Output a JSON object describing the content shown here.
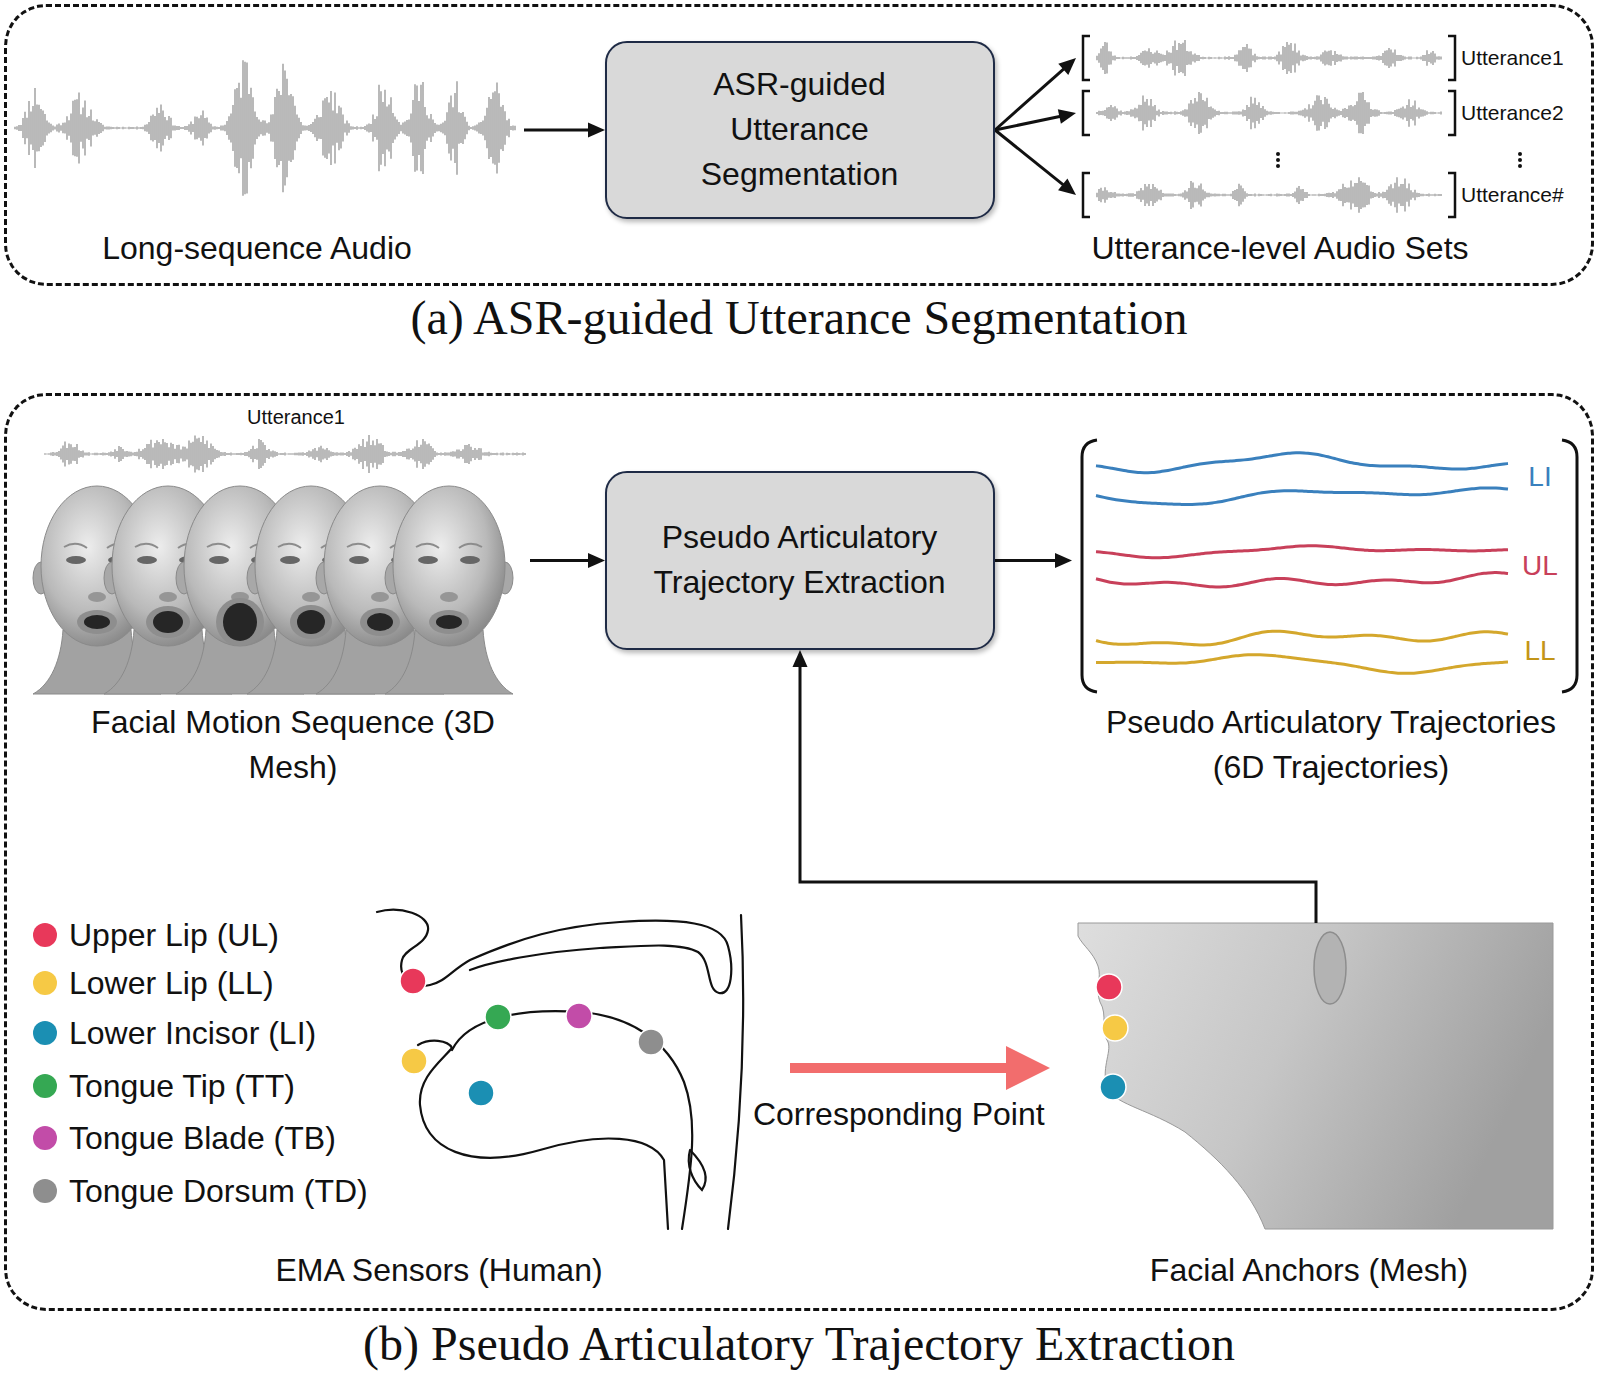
{
  "diagram": {
    "nodes": [
      {
        "text": [
          "(a) ASR-guided Utterance Segmentation"
        ]
      },
      {
        "text": [
          "Long-sequence Audio"
        ],
        "in": 0
      },
      {
        "text": [
          "ASR-guided Utterance Segmentation"
        ],
        "in": 0
      },
      {
        "text": [
          "Utterance-level Audio Sets"
        ],
        "in": 0
      },
      {
        "text": [
          "Utterance1"
        ],
        "in": 3
      },
      {
        "text": [
          "Utterance2"
        ],
        "in": 3
      },
      {
        "text": [
          "Utterance#"
        ],
        "in": 3
      },
      {
        "text": [
          "(b) Pseudo Articulatory Trajectory Extraction"
        ]
      },
      {
        "text": [
          "Utterance1",
          "Facial Motion Sequence (3D Mesh)"
        ],
        "in": 7
      },
      {
        "text": [
          "Pseudo Articulatory Trajectory Extraction"
        ],
        "in": 7
      },
      {
        "text": [
          "Pseudo Articulatory Trajectories (6D Trajectories)"
        ],
        "in": 7
      },
      {
        "text": [
          "EMA Sensors (Human)"
        ],
        "in": 7
      },
      {
        "text": [
          "Facial Anchors (Mesh)"
        ],
        "in": 7
      }
    ],
    "edges": [
      {
        "from": 1,
        "to": 2,
        "arrow": "to"
      },
      {
        "from": 2,
        "to": 4,
        "arrow": "to"
      },
      {
        "from": 2,
        "to": 5,
        "arrow": "to"
      },
      {
        "from": 2,
        "to": 6,
        "arrow": "to"
      },
      {
        "from": 8,
        "to": 9,
        "arrow": "to"
      },
      {
        "from": 9,
        "to": 10,
        "arrow": "to"
      },
      {
        "from": 12,
        "to": 9,
        "arrow": "to"
      },
      {
        "from": 11,
        "to": 12,
        "label": "Corresponding Point",
        "arrow": "to"
      }
    ],
    "labels": [
      "LI",
      "UL",
      "LL"
    ],
    "legend": [
      {
        "text": "Upper Lip (UL)",
        "color": "#e8385a"
      },
      {
        "text": "Lower Lip (LL)",
        "color": "#f6c945"
      },
      {
        "text": "Lower Incisor (LI)",
        "color": "#1b8fb3"
      },
      {
        "text": "Tongue Tip (TT)",
        "color": "#35a853"
      },
      {
        "text": "Tongue Blade (TB)",
        "color": "#c24ca8"
      },
      {
        "text": "Tongue Dorsum (TD)",
        "color": "#8e8e8e"
      }
    ]
  }
}
